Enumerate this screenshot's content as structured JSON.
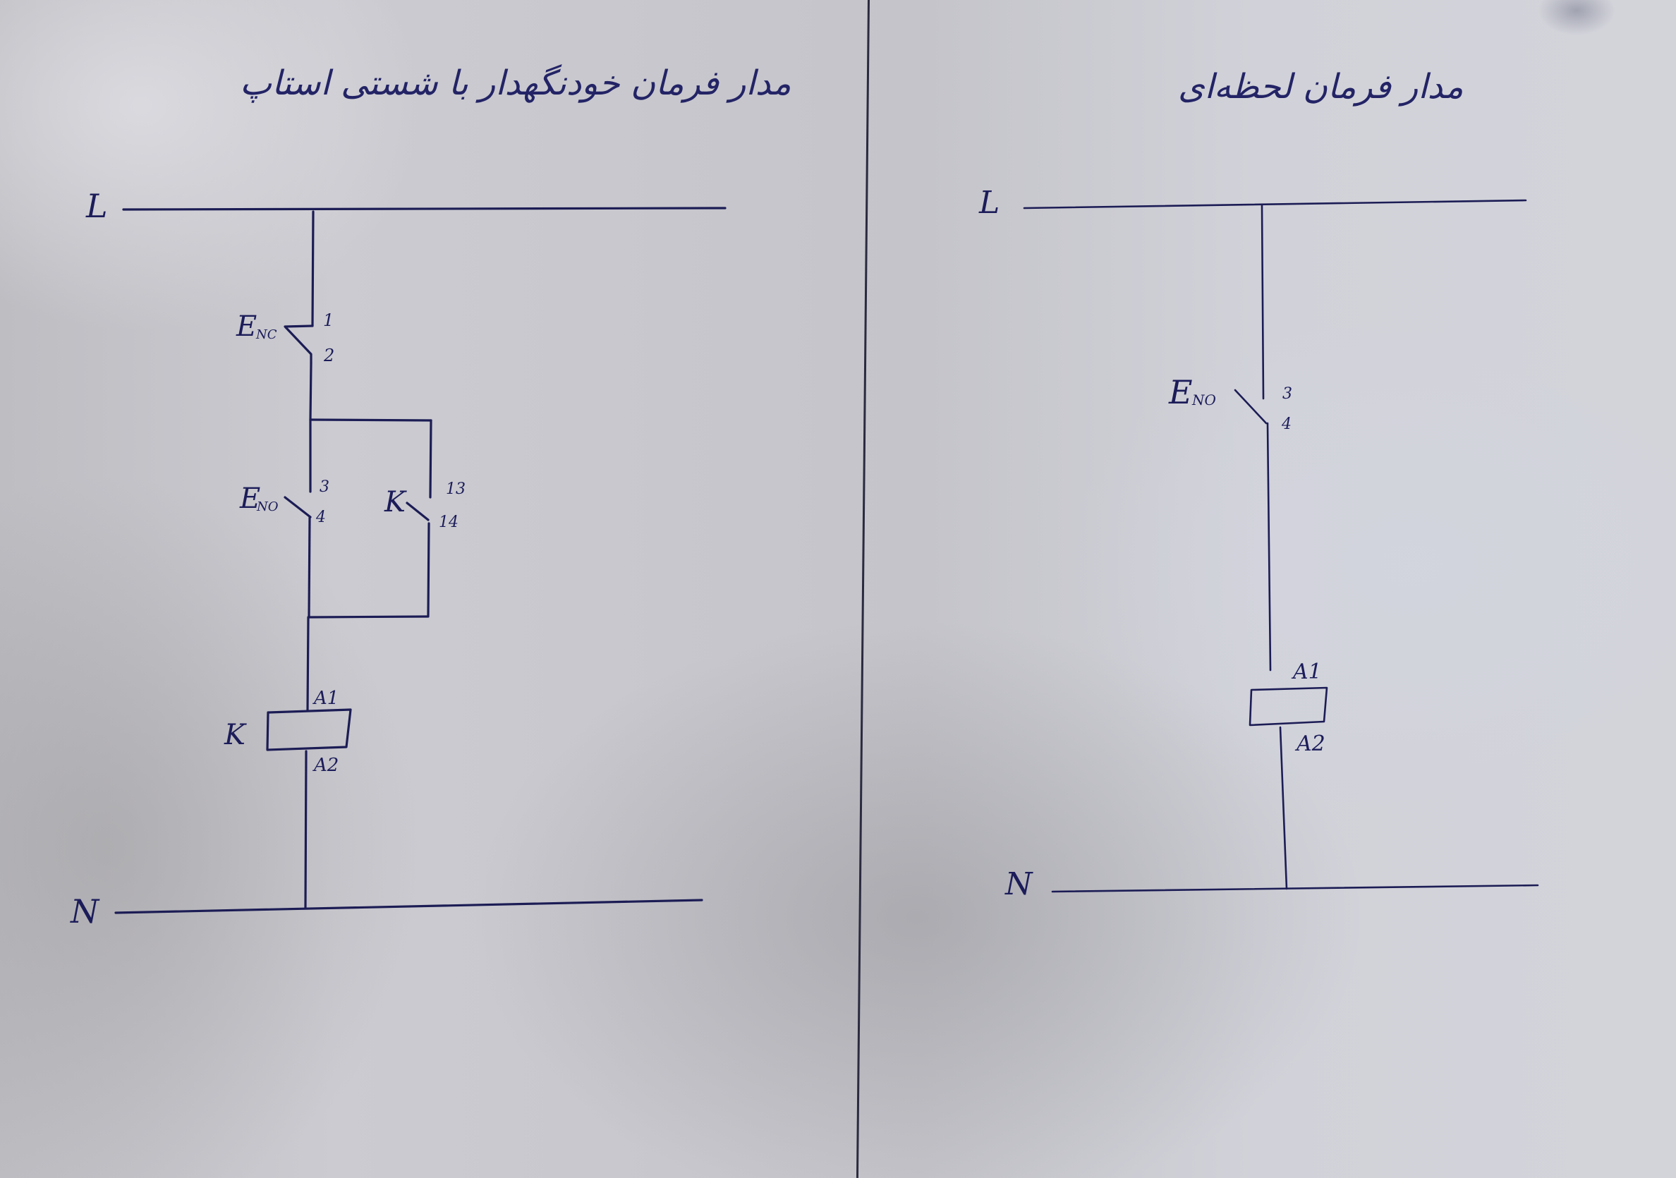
{
  "document": {
    "type": "handwritten electrical control circuit sheet",
    "ink_color": "#1c1c55",
    "paper_color": "#c9c9cf"
  },
  "left_circuit": {
    "title": "مدار فرمان خودنگهدار با شستی استاپ",
    "line_label": "L",
    "neutral_label": "N",
    "stop_button": {
      "label": "E",
      "subscript": "NC",
      "terminal_top": "1",
      "terminal_bottom": "2"
    },
    "start_button": {
      "label": "E",
      "subscript": "NO",
      "terminal_top": "3",
      "terminal_bottom": "4"
    },
    "holding_contact": {
      "label": "K",
      "terminal_top": "13",
      "terminal_bottom": "14"
    },
    "coil": {
      "label": "K",
      "terminal_top": "A1",
      "terminal_bottom": "A2"
    }
  },
  "right_circuit": {
    "title": "مدار فرمان لحظه‌ای",
    "line_label": "L",
    "neutral_label": "N",
    "start_button": {
      "label": "E",
      "subscript": "NO",
      "terminal_top": "3",
      "terminal_bottom": "4"
    },
    "coil": {
      "terminal_top": "A1",
      "terminal_bottom": "A2"
    }
  }
}
